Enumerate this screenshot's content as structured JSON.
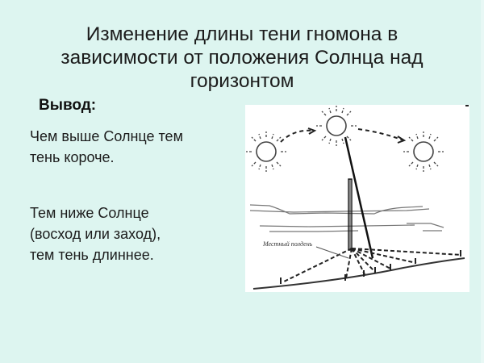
{
  "slide": {
    "title": "Изменение длины тени гномона в зависимости от положения Солнца над горизонтом",
    "subheading": "Вывод:",
    "paragraphs": [
      "Чем выше Солнце тем\nтень короче.",
      "Тем ниже Солнце\n(восход или заход),\nтем тень длиннее."
    ],
    "figure": {
      "label": "Местный полдень",
      "icons": [
        "sun-rising-icon",
        "sun-noon-icon",
        "sun-setting-icon",
        "gnomon-icon",
        "shadow-rays-icon"
      ]
    },
    "colors": {
      "background": "#ddf5f0",
      "figure_background": "#ffffff",
      "text": "#1c1c1c"
    }
  }
}
